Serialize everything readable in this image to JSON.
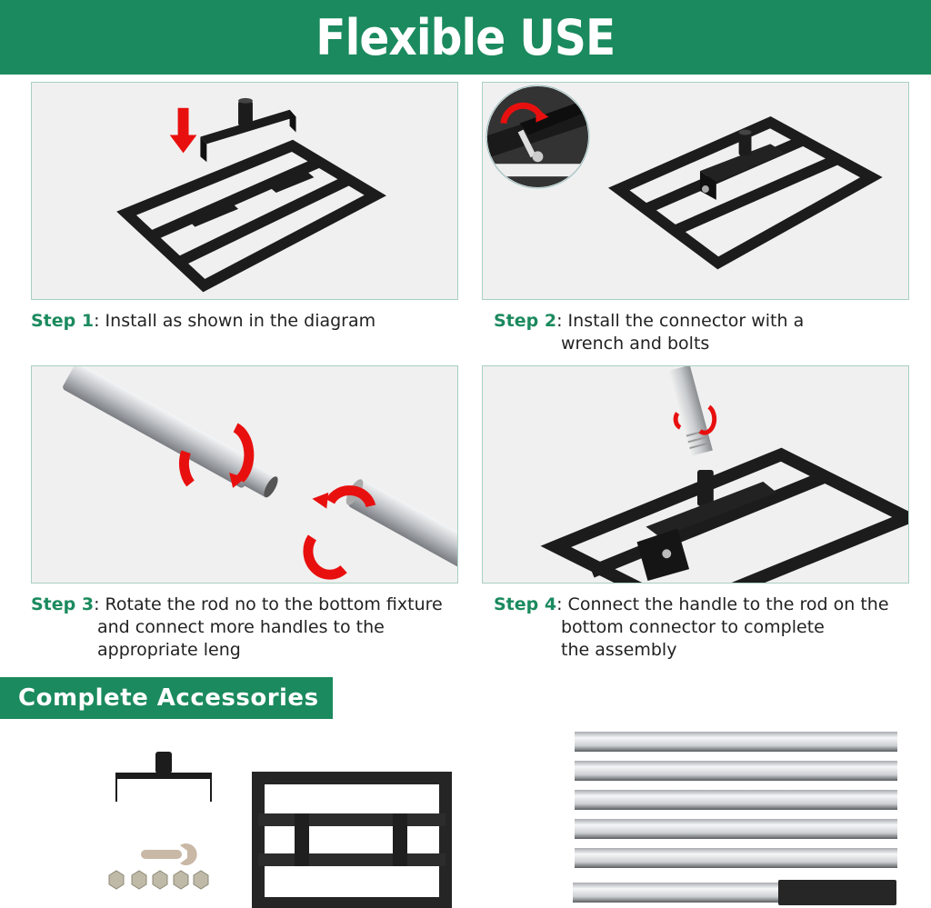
{
  "header": {
    "title": "Flexible USE"
  },
  "steps": [
    {
      "label": "Step 1",
      "separator": ": ",
      "line1": "Install as shown in the diagram",
      "line2": "",
      "line3": "",
      "illustration": "frame-with-connector-arrow-down"
    },
    {
      "label": "Step 2",
      "separator": ": ",
      "line1": "Install the connector with a",
      "line2": "wrench and bolts",
      "line3": "",
      "illustration": "connector-bolted-with-wrench-inset"
    },
    {
      "label": "Step 3",
      "separator": ": ",
      "line1": "Rotate the rod no to the bottom fixture",
      "line2": "and connect more handles to the",
      "line3": "appropriate leng",
      "illustration": "two-rods-rotating-arrows"
    },
    {
      "label": "Step 4",
      "separator": ": ",
      "line1": "Connect the handle to the rod on the",
      "line2": "bottom connector to complete",
      "line3": "the assembly",
      "illustration": "rod-into-frame-connector"
    }
  ],
  "accessories": {
    "title": "Complete Accessories",
    "items": [
      {
        "name": "connector-bracket",
        "count": 1
      },
      {
        "name": "wrench",
        "count": 1
      },
      {
        "name": "nuts",
        "count": 5
      },
      {
        "name": "leveling-frame",
        "count": 1
      },
      {
        "name": "extension-rods",
        "count": 5
      },
      {
        "name": "handle-rod-with-grip",
        "count": 1
      }
    ]
  },
  "colors": {
    "brand_green": "#1b8a5e",
    "arrow_red": "#e8100f",
    "panel_bg": "#f0f0f0",
    "panel_border": "#a9cfc1",
    "metal_black": "#1c1c1c",
    "rod_silver": "#c9ccd0"
  }
}
